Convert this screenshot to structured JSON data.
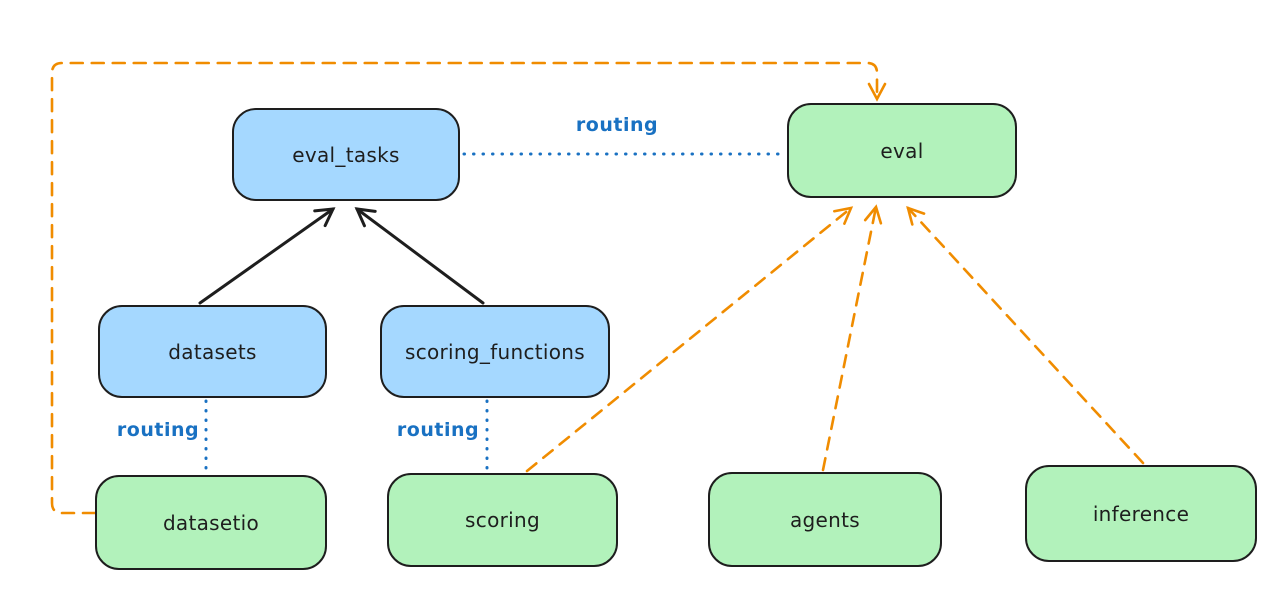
{
  "diagram": {
    "background": "#ffffff",
    "colors": {
      "node_stroke": "#1e1e1e",
      "blue_node_fill": "#a5d8ff",
      "green_node_fill": "#b2f2bb",
      "routing_line_and_text": "#1971c2",
      "dashed_arrow_orange": "#f08c00",
      "solid_arrow_black": "#1e1e1e"
    },
    "nodes": [
      {
        "id": "eval_tasks",
        "label": "eval_tasks",
        "fill": "#a5d8ff"
      },
      {
        "id": "eval",
        "label": "eval",
        "fill": "#b2f2bb"
      },
      {
        "id": "datasets",
        "label": "datasets",
        "fill": "#a5d8ff"
      },
      {
        "id": "scoring_functions",
        "label": "scoring_functions",
        "fill": "#a5d8ff"
      },
      {
        "id": "datasetio",
        "label": "datasetio",
        "fill": "#b2f2bb"
      },
      {
        "id": "scoring",
        "label": "scoring",
        "fill": "#b2f2bb"
      },
      {
        "id": "agents",
        "label": "agents",
        "fill": "#b2f2bb"
      },
      {
        "id": "inference",
        "label": "inference",
        "fill": "#b2f2bb"
      }
    ],
    "edges": [
      {
        "from": "datasets",
        "to": "eval_tasks",
        "style": "solid",
        "color": "#1e1e1e",
        "arrow": true,
        "label": ""
      },
      {
        "from": "scoring_functions",
        "to": "eval_tasks",
        "style": "solid",
        "color": "#1e1e1e",
        "arrow": true,
        "label": ""
      },
      {
        "from": "eval_tasks",
        "to": "eval",
        "style": "dotted",
        "color": "#1971c2",
        "arrow": false,
        "label": "routing"
      },
      {
        "from": "datasets",
        "to": "datasetio",
        "style": "dotted",
        "color": "#1971c2",
        "arrow": false,
        "label": "routing"
      },
      {
        "from": "scoring_functions",
        "to": "scoring",
        "style": "dotted",
        "color": "#1971c2",
        "arrow": false,
        "label": "routing"
      },
      {
        "from": "scoring",
        "to": "eval",
        "style": "dashed",
        "color": "#f08c00",
        "arrow": true,
        "label": ""
      },
      {
        "from": "agents",
        "to": "eval",
        "style": "dashed",
        "color": "#f08c00",
        "arrow": true,
        "label": ""
      },
      {
        "from": "inference",
        "to": "eval",
        "style": "dashed",
        "color": "#f08c00",
        "arrow": true,
        "label": ""
      },
      {
        "from": "datasetio",
        "to": "eval",
        "style": "dashed",
        "color": "#f08c00",
        "arrow": true,
        "label": "",
        "route": "around-left-and-top"
      }
    ]
  }
}
